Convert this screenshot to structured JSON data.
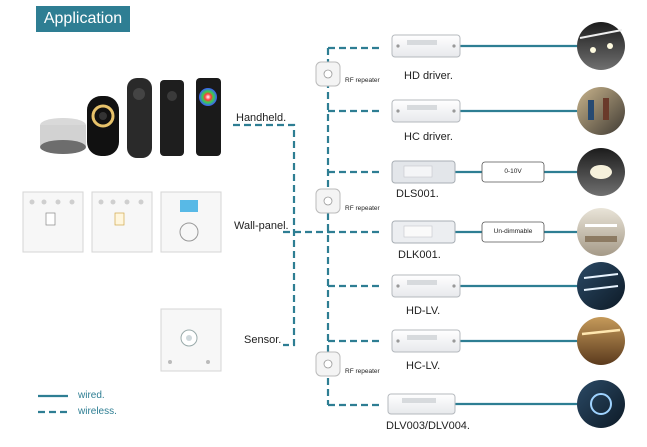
{
  "title": "Application",
  "controllers": {
    "handheld": "Handheld.",
    "wallpanel": "Wall-panel.",
    "sensor": "Sensor."
  },
  "repeaters": [
    "RF repeater",
    "RF repeater",
    "RF repeater"
  ],
  "drivers": [
    {
      "label": "HD driver."
    },
    {
      "label": "HC driver."
    },
    {
      "label": "DLS001."
    },
    {
      "label": "DLK001."
    },
    {
      "label": "HD-LV."
    },
    {
      "label": "HC-LV."
    },
    {
      "label": "DLV003/DLV004."
    }
  ],
  "outputs": {
    "out_0_10v": "0-10V",
    "out_undimmable": "Un-dimmable"
  },
  "legend": {
    "wired": "wired.",
    "wireless": "wireless."
  },
  "colors": {
    "accent": "#2e7e93",
    "line": "#2e7e93"
  }
}
